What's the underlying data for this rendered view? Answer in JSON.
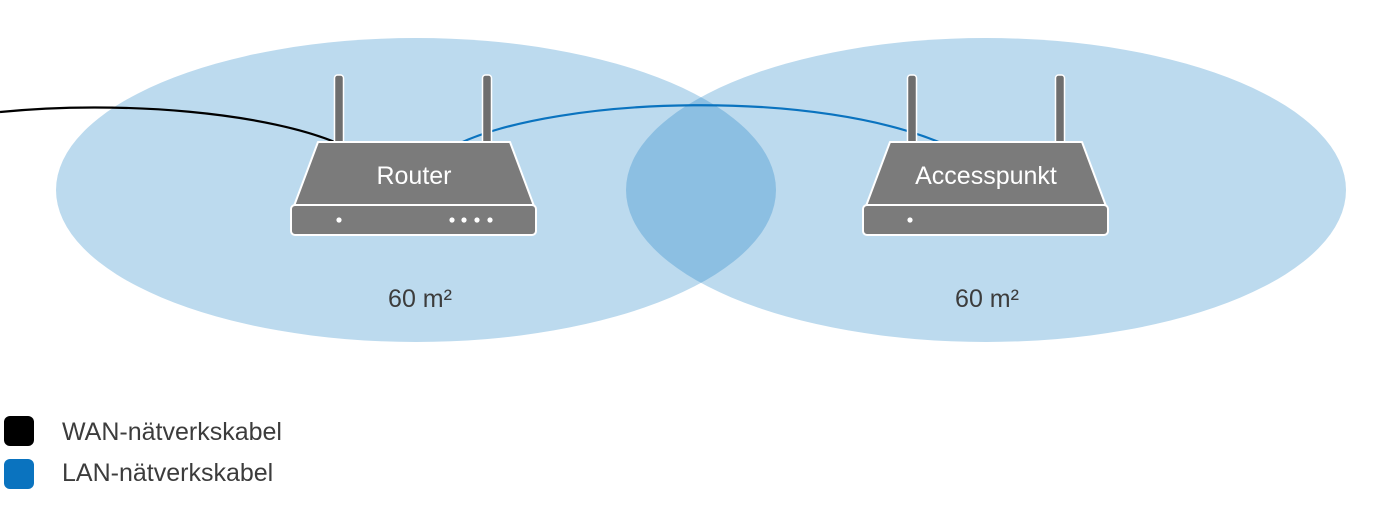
{
  "devices": {
    "router": {
      "label": "Router",
      "area": "60 m²"
    },
    "access_point": {
      "label": "Accesspunkt",
      "area": "60 m²"
    }
  },
  "legend": {
    "wan": {
      "label": "WAN-nätverkskabel",
      "color": "#000000"
    },
    "lan": {
      "label": "LAN-nätverkskabel",
      "color": "#0a73bf"
    }
  },
  "colors": {
    "coverage": "#bcdaee",
    "coverage_overlap": "#8cbfe2",
    "device_body": "#7b7b7b",
    "device_outline": "#ffffff",
    "antenna": "#6e6e6e"
  }
}
